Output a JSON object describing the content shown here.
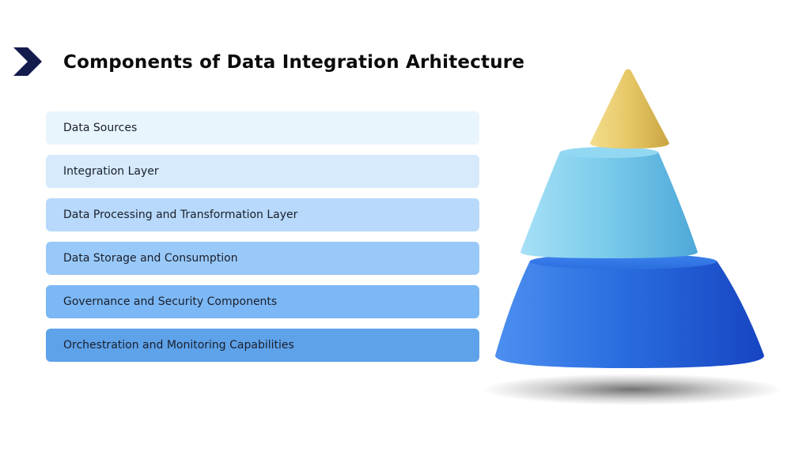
{
  "title": "Components of Data Integration Arhitecture",
  "components": [
    {
      "label": "Data Sources",
      "color": "#e9f5fd"
    },
    {
      "label": "Integration Layer",
      "color": "#d6eafc"
    },
    {
      "label": "Data Processing and Transformation Layer",
      "color": "#b8d9fb"
    },
    {
      "label": "Data Storage and Consumption",
      "color": "#99c9f8"
    },
    {
      "label": "Governance and Security Components",
      "color": "#7cb8f5"
    },
    {
      "label": "Orchestration and Monitoring Capabilities",
      "color": "#5ea2ea"
    }
  ],
  "accent_color": "#141b4d",
  "pyramid_colors": {
    "top": "#e6c766",
    "middle": "#7dcdec",
    "bottom": "#2c6cdc"
  }
}
